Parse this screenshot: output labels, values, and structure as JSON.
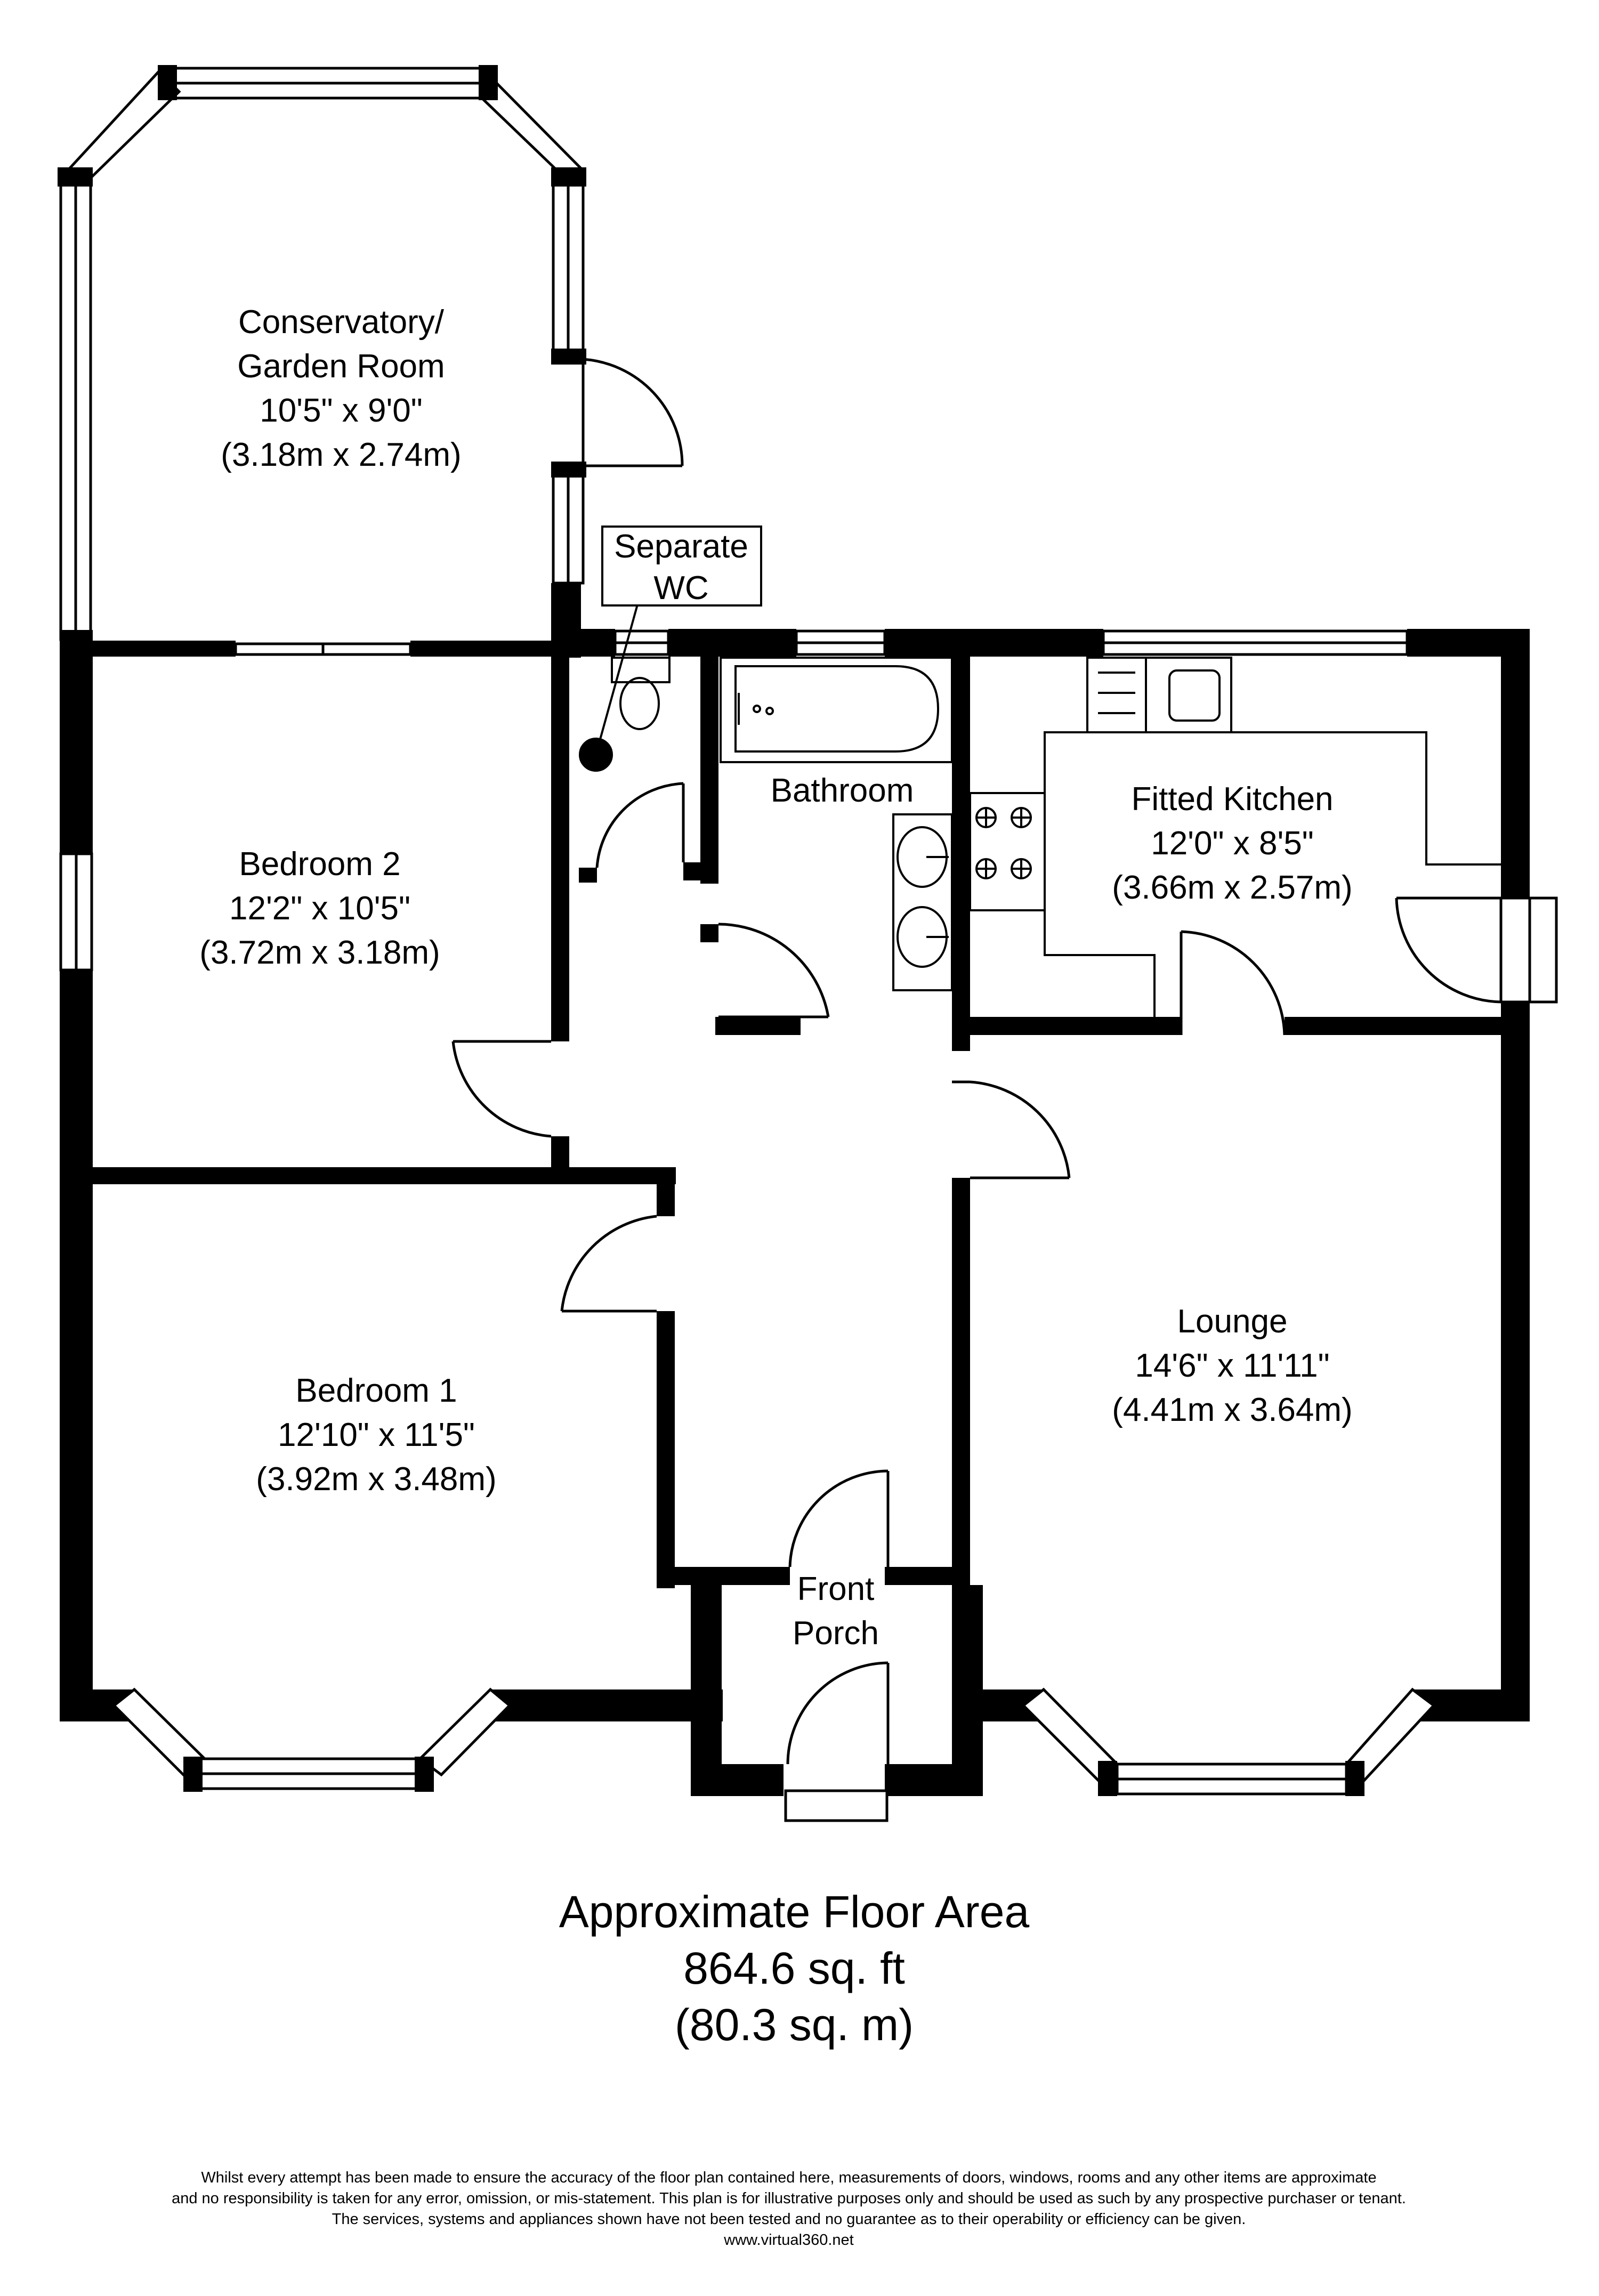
{
  "rooms": {
    "conservatory": {
      "line1": "Conservatory/",
      "line2": "Garden Room",
      "imperial": "10'5\" x 9'0\"",
      "metric": "(3.18m x 2.74m)"
    },
    "separate_wc": {
      "line1": "Separate",
      "line2": "WC"
    },
    "bedroom2": {
      "name": "Bedroom 2",
      "imperial": "12'2\" x 10'5\"",
      "metric": "(3.72m x 3.18m)"
    },
    "bathroom": {
      "name": "Bathroom"
    },
    "kitchen": {
      "name": "Fitted Kitchen",
      "imperial": "12'0\" x 8'5\"",
      "metric": "(3.66m x 2.57m)"
    },
    "bedroom1": {
      "name": "Bedroom 1",
      "imperial": "12'10\" x 11'5\"",
      "metric": "(3.92m x 3.48m)"
    },
    "lounge": {
      "name": "Lounge",
      "imperial": "14'6\" x 11'11\"",
      "metric": "(4.41m x 3.64m)"
    },
    "porch": {
      "line1": "Front",
      "line2": "Porch"
    }
  },
  "floor_area": {
    "title": "Approximate Floor Area",
    "imperial": "864.6 sq. ft",
    "metric": "(80.3 sq. m)"
  },
  "disclaimer": {
    "line1": "Whilst every attempt has been made to ensure the accuracy of the floor plan contained here, measurements of doors, windows, rooms and any other items are approximate",
    "line2": "and no responsibility is taken for any error, omission, or mis-statement. This plan is for illustrative purposes only and should be used as such by any prospective purchaser or tenant.",
    "line3": "The services, systems and appliances shown have not been tested and no guarantee as to their operability or efficiency can be given.",
    "website": "www.virtual360.net"
  }
}
